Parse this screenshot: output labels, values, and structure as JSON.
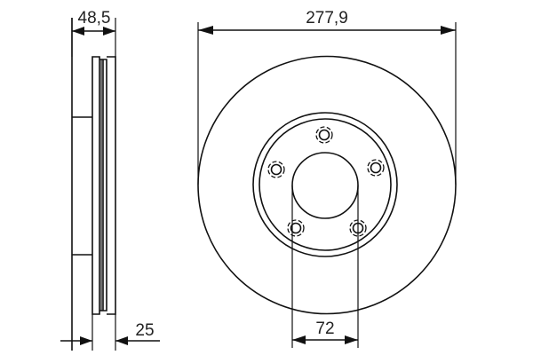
{
  "drawing": {
    "title": "Brake disc technical drawing",
    "colors": {
      "line": "#111111",
      "text": "#222222",
      "background": "#ffffff"
    },
    "dimensions": {
      "overall_thickness": {
        "label": "48,5",
        "value": 48.5,
        "unit": "mm"
      },
      "outer_diameter": {
        "label": "277,9",
        "value": 277.9,
        "unit": "mm"
      },
      "disc_thickness": {
        "label": "25",
        "value": 25,
        "unit": "mm"
      },
      "center_bore": {
        "label": "72",
        "value": 72,
        "unit": "mm"
      }
    },
    "views": {
      "side_profile": {
        "name": "side-section-view"
      },
      "front": {
        "name": "front-view",
        "bolt_holes": 5
      }
    }
  }
}
